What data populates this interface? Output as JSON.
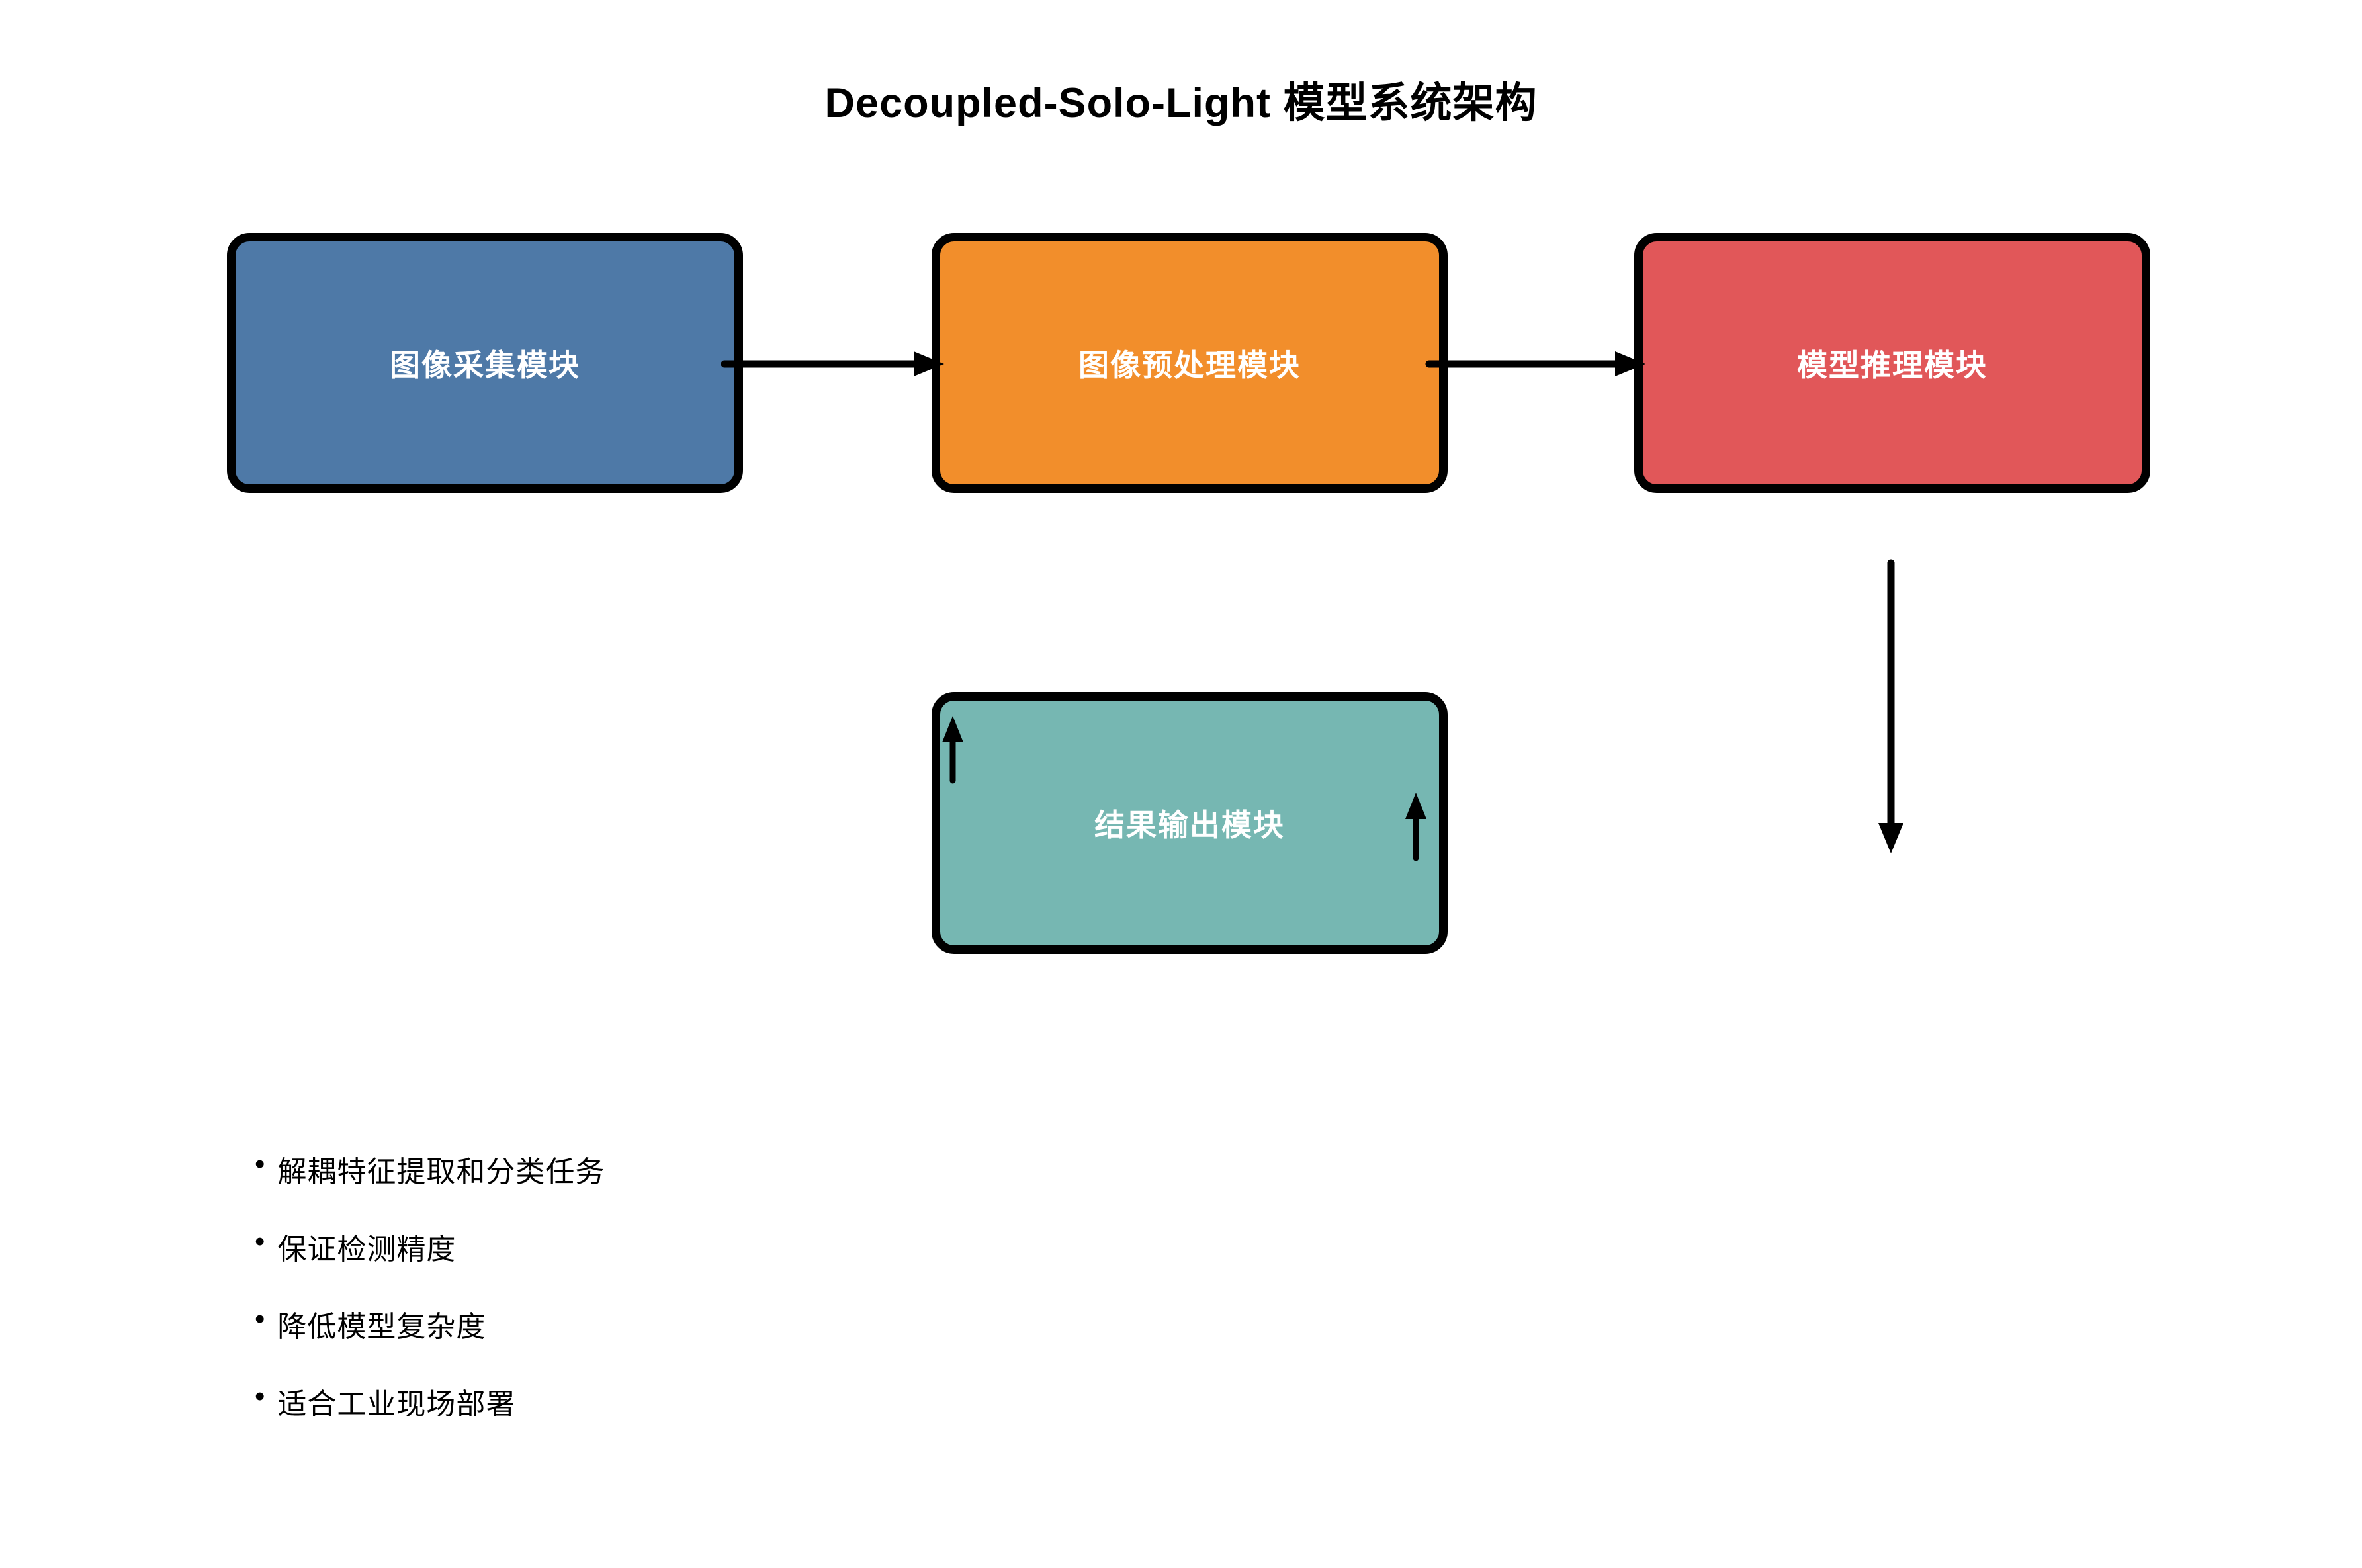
{
  "title": "Decoupled-Solo-Light 模型系统架构",
  "nodes": [
    {
      "id": "image-acquisition",
      "label": "图像采集模块",
      "color": "#4E79A7"
    },
    {
      "id": "image-preprocessing",
      "label": "图像预处理模块",
      "color": "#F28E2B"
    },
    {
      "id": "model-inference",
      "label": "模型推理模块",
      "color": "#E15759"
    },
    {
      "id": "result-output",
      "label": "结果输出模块",
      "color": "#76B7B2"
    }
  ],
  "edges": [
    {
      "from": "image-acquisition",
      "to": "image-preprocessing",
      "direction": "right"
    },
    {
      "from": "image-preprocessing",
      "to": "model-inference",
      "direction": "right"
    },
    {
      "from": "model-inference",
      "to": "down",
      "direction": "down"
    },
    {
      "from": "result-output",
      "to": "up-left",
      "direction": "up"
    },
    {
      "from": "result-output",
      "to": "up-right",
      "direction": "up"
    }
  ],
  "list": {
    "marker": "•",
    "items": [
      "解耦特征提取和分类任务",
      "保证检测精度",
      "降低模型复杂度",
      "适合工业现场部署"
    ]
  },
  "colors": {
    "background": "#FFFFFF",
    "border": "#000000",
    "arrow": "#000000",
    "title_text": "#000000",
    "node_label_text": "#FFFFFF",
    "body_text": "#000000"
  }
}
